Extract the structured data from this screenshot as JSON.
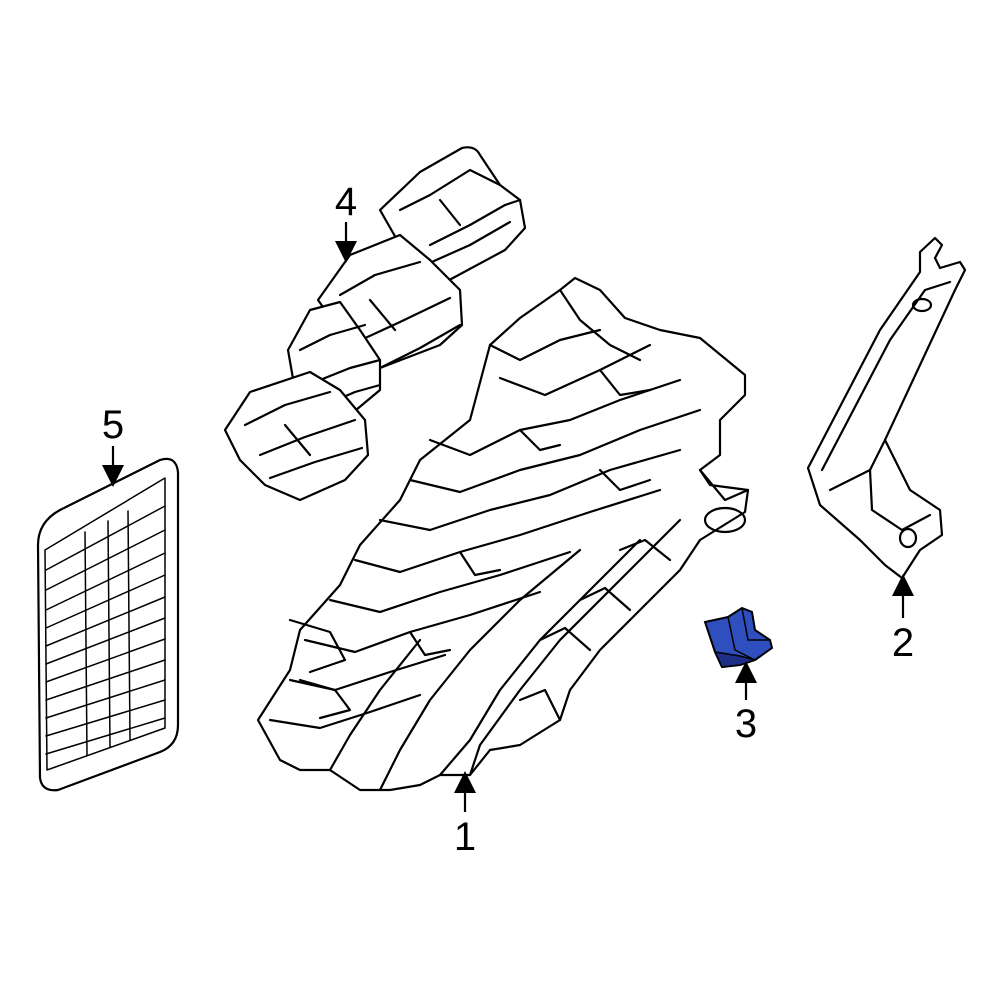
{
  "callouts": [
    {
      "id": "1",
      "label": "1"
    },
    {
      "id": "2",
      "label": "2"
    },
    {
      "id": "3",
      "label": "3"
    },
    {
      "id": "4",
      "label": "4"
    },
    {
      "id": "5",
      "label": "5"
    }
  ],
  "colors": {
    "line": "#000000",
    "highlight": "#2f4fbf",
    "highlight_dark": "#1c2f86",
    "background": "#ffffff"
  }
}
